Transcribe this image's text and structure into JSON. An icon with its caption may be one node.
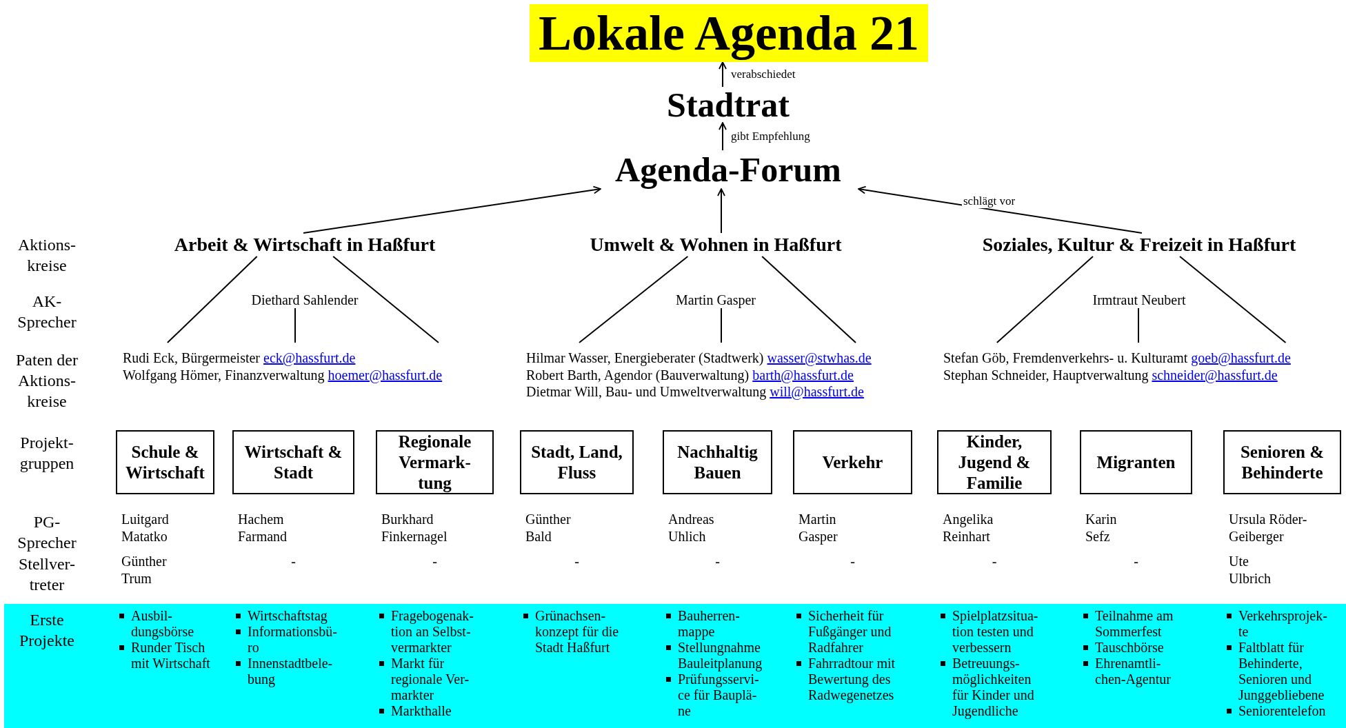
{
  "diagram": {
    "nodes": [
      {
        "text": [
          "Lokale Agenda 21"
        ]
      },
      {
        "text": [
          "Stadtrat"
        ]
      },
      {
        "text": [
          "Agenda-Forum"
        ]
      },
      {
        "text": [
          "Arbeit & Wirtschaft in Haßfurt"
        ]
      },
      {
        "text": [
          "Umwelt & Wohnen in Haßfurt"
        ]
      },
      {
        "text": [
          "Soziales, Kultur & Freizeit in Haßfurt"
        ]
      },
      {
        "text": [
          "Diethard Sahlender"
        ]
      },
      {
        "text": [
          "Rudi Eck, Bürgermeister",
          "eck@hassfurt.de",
          "Wolfgang Hömer, Finanzverwaltung",
          "hoemer@hassfurt.de"
        ]
      },
      {
        "text": [
          "Martin Gasper"
        ]
      },
      {
        "text": [
          "Hilmar Wasser, Energieberater (Stadtwerk)",
          "wasser@stwhas.de",
          "Robert Barth, Agendor (Bauverwaltung)",
          "barth@hassfurt.de",
          "Dietmar Will, Bau- und Umweltverwaltung",
          "will@hassfurt.de"
        ]
      },
      {
        "text": [
          "Irmtraut Neubert"
        ]
      },
      {
        "text": [
          "Stefan Göb, Fremdenverkehrs- u. Kulturamt",
          "goeb@hassfurt.de",
          "Stephan Schneider, Hauptverwaltung",
          "schneider@hassfurt.de"
        ]
      },
      {
        "text": [
          "Schule & Wirtschaft"
        ],
        "beside": [
          "Luitgard Matatko",
          "Günther Trum"
        ]
      },
      {
        "text": [
          "Wirtschaft & Stadt"
        ],
        "beside": [
          "Hachem Farmand",
          "-"
        ]
      },
      {
        "text": [
          "Regionale Vermark- tung"
        ],
        "beside": [
          "Burkhard Finkernagel",
          "-"
        ]
      },
      {
        "text": [
          "Stadt, Land, Fluss"
        ],
        "beside": [
          "Günther Bald",
          "-"
        ]
      },
      {
        "text": [
          "Nachhaltig Bauen"
        ],
        "beside": [
          "Andreas Uhlich",
          "-"
        ]
      },
      {
        "text": [
          "Verkehr"
        ],
        "beside": [
          "Martin Gasper",
          "-"
        ]
      },
      {
        "text": [
          "Kinder, Jugend & Familie"
        ],
        "beside": [
          "Angelika Reinhart",
          "-"
        ]
      },
      {
        "text": [
          "Migranten"
        ],
        "beside": [
          "Karin Sefz",
          "-"
        ]
      },
      {
        "text": [
          "Senioren & Behinderte"
        ],
        "beside": [
          "Ursula Röder- Geiberger",
          "Ute Ulbrich"
        ]
      },
      {
        "text": [
          "Erste Projekte"
        ]
      }
    ],
    "edges": [
      {
        "from": 1,
        "to": 0,
        "arrow": "to",
        "label": "verabschiedet"
      },
      {
        "from": 2,
        "to": 1,
        "arrow": "to",
        "label": "gibt Empfehlung"
      },
      {
        "from": 3,
        "to": 2,
        "arrow": "to"
      },
      {
        "from": 4,
        "to": 2,
        "arrow": "to"
      },
      {
        "from": 5,
        "to": 2,
        "arrow": "to",
        "label": "schlägt vor"
      },
      {
        "from": 3,
        "to": 7,
        "arrow": "none"
      },
      {
        "from": 6,
        "to": 7,
        "arrow": "none"
      },
      {
        "from": 3,
        "to": 7,
        "arrow": "none"
      },
      {
        "from": 4,
        "to": 9,
        "arrow": "none"
      },
      {
        "from": 8,
        "to": 9,
        "arrow": "none"
      },
      {
        "from": 4,
        "to": 9,
        "arrow": "none"
      },
      {
        "from": 5,
        "to": 11,
        "arrow": "none"
      },
      {
        "from": 10,
        "to": 11,
        "arrow": "none"
      },
      {
        "from": 5,
        "to": 11,
        "arrow": "none"
      }
    ],
    "labels": [
      "Aktions- kreise",
      "AK- Sprecher",
      "Paten der Aktions- kreise",
      "Projekt- gruppen",
      "PG- Sprecher",
      "Stellver- treter",
      "Ausbil- dungsbörse",
      "Runder Tisch mit Wirtschaft",
      "Wirtschaftstag",
      "Informationsbü- ro",
      "Innenstadtbele- bung",
      "Fragebogenak- tion an Selbst- vermarkter",
      "Markt für regionale Ver- markter",
      "Markthalle",
      "Grünachsen- konzept für die Stadt Haßfurt",
      "Bauherren- mappe",
      "Stellungnahme Bauleitplanung",
      "Prüfungsservi- ce für Bauplä- ne",
      "Sicherheit für Fußgänger und Radfahrer",
      "Fahrradtour mit Bewertung des Radwegenetzes",
      "Spielplatzsitua- tion testen und verbessern",
      "Betreuungs- möglichkeiten für Kinder und Jugendliche",
      "Teilnahme am Sommerfest",
      "Tauschbörse",
      "Ehrenamtli- chen-Agentur",
      "Verkehrsprojek- te",
      "Faltblatt für Behinderte, Senioren und Junggebliebene",
      "Seniorentelefon"
    ]
  }
}
